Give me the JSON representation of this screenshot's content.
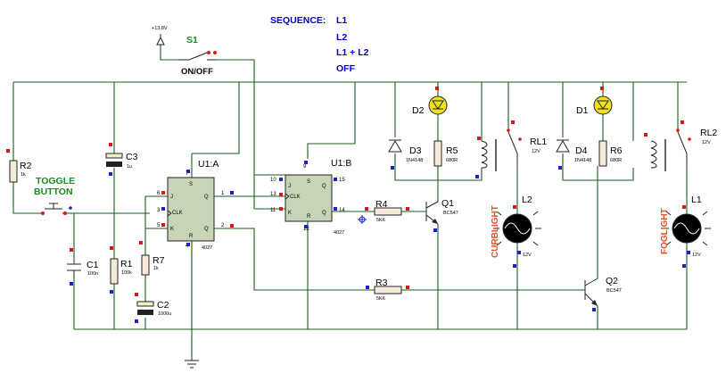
{
  "sequence": {
    "title": "SEQUENCE:",
    "steps": [
      "L1",
      "L2",
      "L1 + L2",
      "OFF"
    ]
  },
  "supply": {
    "label": "+13.8V"
  },
  "switch": {
    "name": "S1",
    "state_label": "ON/OFF"
  },
  "toggle": {
    "label_line1": "TOGGLE",
    "label_line2": "BUTTON"
  },
  "resistors": {
    "r1": {
      "name": "R1",
      "value": "100k"
    },
    "r2": {
      "name": "R2",
      "value": "1k"
    },
    "r3": {
      "name": "R3",
      "value": "5K6"
    },
    "r4": {
      "name": "R4",
      "value": "5K6"
    },
    "r5": {
      "name": "R5",
      "value": "680R"
    },
    "r6": {
      "name": "R6",
      "value": "680R"
    },
    "r7": {
      "name": "R7",
      "value": "1k"
    }
  },
  "capacitors": {
    "c1": {
      "name": "C1",
      "value": "100n"
    },
    "c2": {
      "name": "C2",
      "value": "1000u"
    },
    "c3": {
      "name": "C3",
      "value": "1u"
    }
  },
  "ics": {
    "u1a": {
      "name": "U1:A",
      "part": "4027",
      "pins_left": [
        "J",
        "CLK",
        "K"
      ],
      "pins_right": [
        "Q",
        "Q"
      ],
      "pin_s": "S",
      "pin_r": "R",
      "nums_left": [
        "6",
        "3",
        "5"
      ],
      "nums_right": [
        "1",
        "2"
      ],
      "num_top": "7",
      "num_bottom": "4"
    },
    "u1b": {
      "name": "U1:B",
      "part": "4027",
      "pins_left": [
        "J",
        "CLK",
        "K"
      ],
      "pins_right": [
        "Q",
        "Q"
      ],
      "pin_s": "S",
      "pin_r": "R",
      "nums_left": [
        "10",
        "13",
        "11"
      ],
      "nums_right": [
        "15",
        "14"
      ],
      "num_top": "9",
      "num_bottom": "12"
    }
  },
  "diodes": {
    "d1": {
      "name": "D1"
    },
    "d2": {
      "name": "D2"
    },
    "d3": {
      "name": "D3",
      "value": "1N4148"
    },
    "d4": {
      "name": "D4",
      "value": "1N4148"
    }
  },
  "transistors": {
    "q1": {
      "name": "Q1",
      "part": "BC547"
    },
    "q2": {
      "name": "Q2",
      "part": "BC547"
    }
  },
  "relays": {
    "rl1": {
      "name": "RL1",
      "value": "12V"
    },
    "rl2": {
      "name": "RL2",
      "value": "12V"
    }
  },
  "lamps": {
    "l1": {
      "name": "L1",
      "value": "12V",
      "caption": "FOGLIGHT"
    },
    "l2": {
      "name": "L2",
      "value": "12V",
      "caption": "CURBLIGHT"
    }
  },
  "colors": {
    "wire": "#1a5c1a",
    "led": "#f0e020",
    "label_orange": "#e0502a",
    "label_blue": "#0000c8",
    "label_green": "#1a8c1a"
  }
}
